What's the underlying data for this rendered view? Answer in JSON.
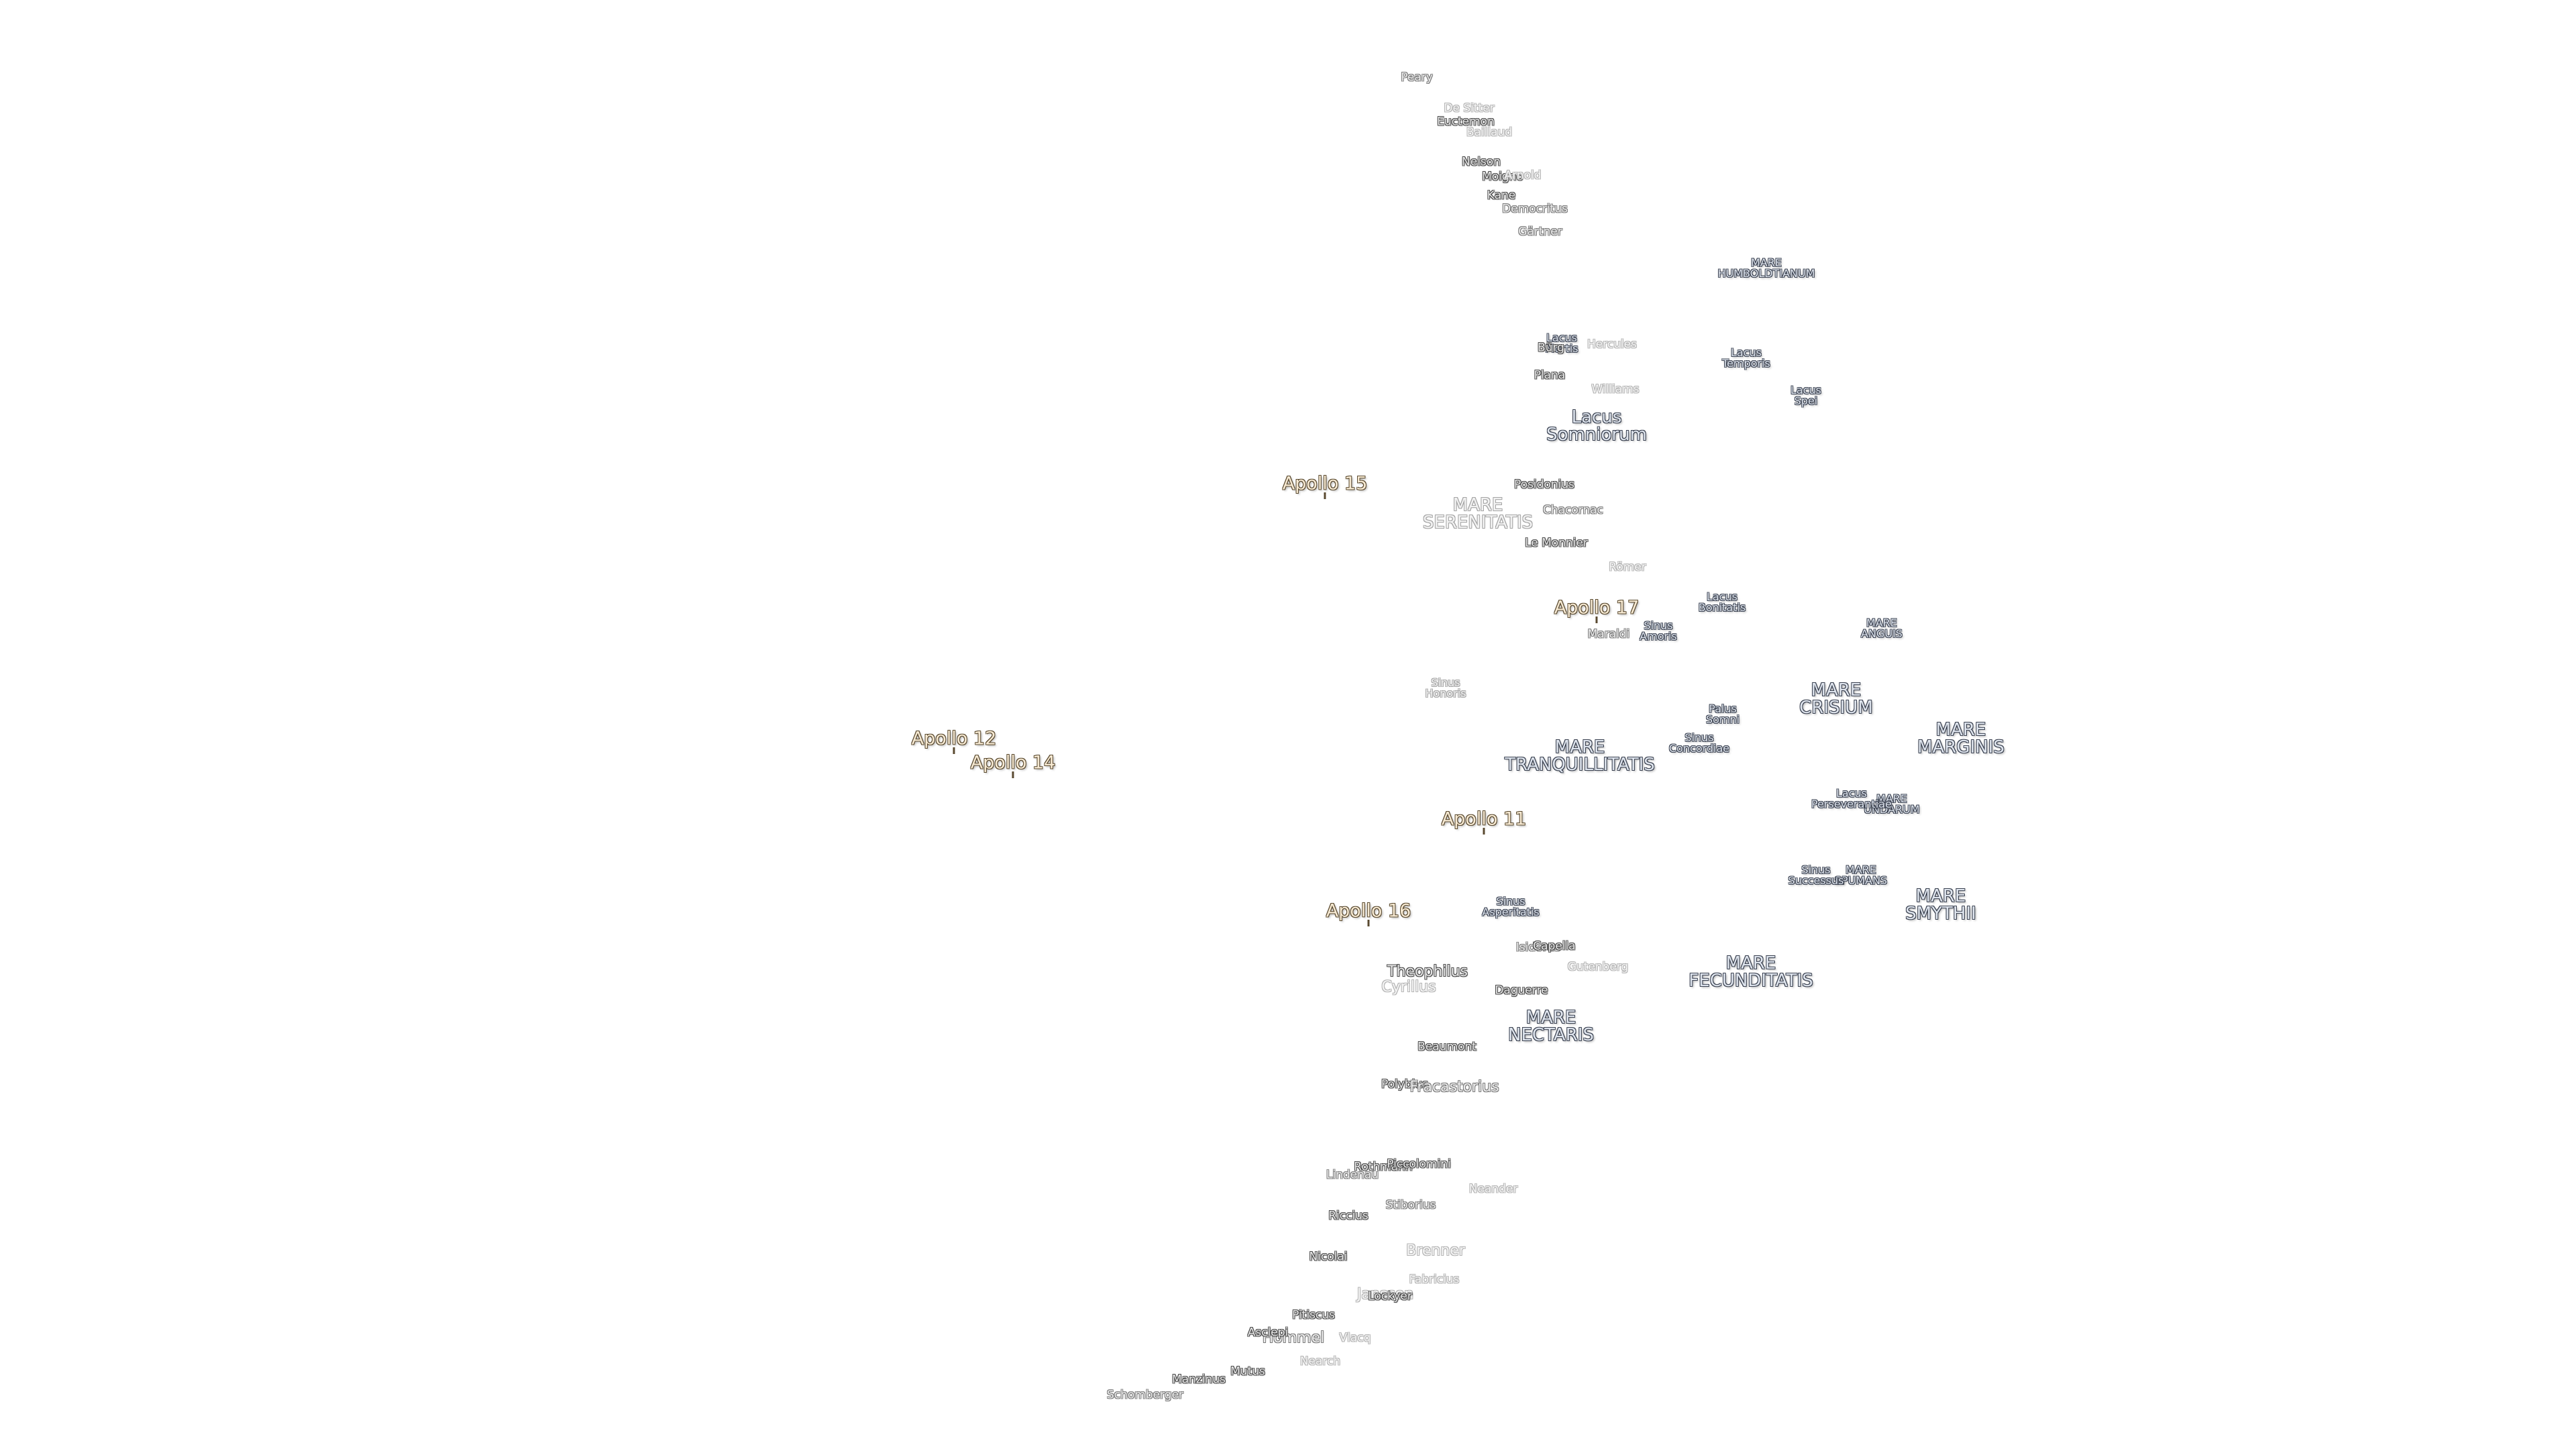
{
  "mare_labels": [
    {
      "id": "mare-humboldtianum",
      "text": "MARE\nHUMBOLDTIANUM",
      "small": true
    },
    {
      "id": "lacus-somniorum",
      "text": "Lacus\nSomniorum",
      "small": false
    },
    {
      "id": "mare-serenitatis",
      "text": "MARE\nSERENITATIS",
      "small": false,
      "faded": true
    },
    {
      "id": "mare-anguis",
      "text": "MARE\nANGUIS",
      "small": true
    },
    {
      "id": "mare-crisium",
      "text": "MARE\nCRISIUM",
      "small": false
    },
    {
      "id": "mare-marginis",
      "text": "MARE\nMARGINIS",
      "small": false
    },
    {
      "id": "mare-tranquillitatis",
      "text": "MARE\nTRANQUILLITATIS",
      "small": false
    },
    {
      "id": "mare-undarum",
      "text": "MARE\nUNDARUM",
      "small": true
    },
    {
      "id": "mare-spumans",
      "text": "MARE\nSPUMANS",
      "small": true
    },
    {
      "id": "mare-smythii",
      "text": "MARE\nSMYTHII",
      "small": false
    },
    {
      "id": "mare-fecunditatis",
      "text": "MARE\nFECUNDITATIS",
      "small": false
    },
    {
      "id": "mare-nectaris",
      "text": "MARE\nNECTARIS",
      "small": false
    },
    {
      "id": "lacus-temporis",
      "text": "Lacus\nTemporis",
      "small": true
    },
    {
      "id": "lacus-spei",
      "text": "Lacus\nSpei",
      "small": true
    },
    {
      "id": "lacus-bonitatis",
      "text": "Lacus\nBonitatis",
      "small": true
    },
    {
      "id": "lacus-mortis",
      "text": "Lacus\nMortis",
      "small": true
    },
    {
      "id": "sinus-amoris",
      "text": "Sinus\nAmoris",
      "small": true
    },
    {
      "id": "sinus-honoris",
      "text": "Sinus\nHonoris",
      "small": true,
      "faded": true
    },
    {
      "id": "palus-somni",
      "text": "Palus\nSomni",
      "small": true
    },
    {
      "id": "sinus-concordiae",
      "text": "Sinus\nConcordiae",
      "small": true
    },
    {
      "id": "lacus-perseverantiae",
      "text": "Lacus\nPerseverantiae",
      "small": true
    },
    {
      "id": "sinus-successus",
      "text": "Sinus\nSuccessus",
      "small": true
    },
    {
      "id": "sinus-asperitatis",
      "text": "Sinus\nAsperitatis",
      "small": true
    }
  ],
  "crater_labels": [
    {
      "id": "peary",
      "text": "Peary",
      "tone": "mid"
    },
    {
      "id": "de-sitter",
      "text": "De Sitter",
      "tone": "light"
    },
    {
      "id": "euctemon",
      "text": "Euctemon",
      "tone": "dark"
    },
    {
      "id": "baillaud",
      "text": "Baillaud",
      "tone": "light"
    },
    {
      "id": "nelson",
      "text": "Nelson",
      "tone": "dark"
    },
    {
      "id": "moigno",
      "text": "Moigno",
      "tone": "dark"
    },
    {
      "id": "arnold",
      "text": "Arnold",
      "tone": "light"
    },
    {
      "id": "kane",
      "text": "Kane",
      "tone": "dark"
    },
    {
      "id": "democritus",
      "text": "Democritus",
      "tone": "mid"
    },
    {
      "id": "gartner",
      "text": "Gärtner",
      "tone": "mid"
    },
    {
      "id": "burg",
      "text": "Bürg",
      "tone": "dark"
    },
    {
      "id": "hercules",
      "text": "Hercules",
      "tone": "light"
    },
    {
      "id": "plana",
      "text": "Plana",
      "tone": "dark"
    },
    {
      "id": "williams",
      "text": "Williams",
      "tone": "light"
    },
    {
      "id": "posidonius",
      "text": "Posidonius",
      "tone": "dark"
    },
    {
      "id": "chacornac",
      "text": "Chacornac",
      "tone": "mid"
    },
    {
      "id": "le-monnier",
      "text": "Le Monnier",
      "tone": "dark"
    },
    {
      "id": "romer",
      "text": "Römer",
      "tone": "light"
    },
    {
      "id": "maraldi",
      "text": "Maraldi",
      "tone": "mid"
    },
    {
      "id": "isidorus",
      "text": "Isidorus",
      "tone": "mid"
    },
    {
      "id": "capella",
      "text": "Capella",
      "tone": "dark"
    },
    {
      "id": "gutenberg",
      "text": "Gutenberg",
      "tone": "light"
    },
    {
      "id": "theophilus",
      "text": "Theophilus",
      "tone": "dark",
      "big": true
    },
    {
      "id": "cyrillus",
      "text": "Cyrillus",
      "tone": "light",
      "big": true
    },
    {
      "id": "daguerre",
      "text": "Daguerre",
      "tone": "dark"
    },
    {
      "id": "beaumont",
      "text": "Beaumont",
      "tone": "dark"
    },
    {
      "id": "polybius",
      "text": "Polybius",
      "tone": "dark"
    },
    {
      "id": "fracastorius",
      "text": "Fracastorius",
      "tone": "mid",
      "big": true
    },
    {
      "id": "rothmann",
      "text": "Rothmann",
      "tone": "dark"
    },
    {
      "id": "piccolomini",
      "text": "Piccolomini",
      "tone": "dark"
    },
    {
      "id": "lindenau",
      "text": "Lindenau",
      "tone": "mid"
    },
    {
      "id": "neander",
      "text": "Neander",
      "tone": "light"
    },
    {
      "id": "stiborius",
      "text": "Stiborius",
      "tone": "mid"
    },
    {
      "id": "riccius",
      "text": "Riccius",
      "tone": "dark"
    },
    {
      "id": "brenner",
      "text": "Brenner",
      "tone": "light",
      "big": true
    },
    {
      "id": "nicolai",
      "text": "Nicolai",
      "tone": "dark"
    },
    {
      "id": "fabricius",
      "text": "Fabricius",
      "tone": "light"
    },
    {
      "id": "janssen",
      "text": "Janssen",
      "tone": "light",
      "big": true
    },
    {
      "id": "lockyer",
      "text": "Lockyer",
      "tone": "dark"
    },
    {
      "id": "pitiscus",
      "text": "Pitiscus",
      "tone": "dark"
    },
    {
      "id": "hommel",
      "text": "Hommel",
      "tone": "mid",
      "big": true
    },
    {
      "id": "asclepi",
      "text": "Asclepi",
      "tone": "dark"
    },
    {
      "id": "vlacq",
      "text": "Vlacq",
      "tone": "light"
    },
    {
      "id": "nearch",
      "text": "Nearch",
      "tone": "light"
    },
    {
      "id": "mutus",
      "text": "Mutus",
      "tone": "dark"
    },
    {
      "id": "manzinus",
      "text": "Manzinus",
      "tone": "dark"
    },
    {
      "id": "schomberger",
      "text": "Schomberger",
      "tone": "mid"
    }
  ],
  "apollo_sites": [
    {
      "id": "apollo-15",
      "text": "Apollo 15"
    },
    {
      "id": "apollo-17",
      "text": "Apollo 17"
    },
    {
      "id": "apollo-12",
      "text": "Apollo 12"
    },
    {
      "id": "apollo-14",
      "text": "Apollo 14"
    },
    {
      "id": "apollo-11",
      "text": "Apollo 11"
    },
    {
      "id": "apollo-16",
      "text": "Apollo 16"
    }
  ],
  "colors": {
    "background": "#ffffff",
    "mare_fill": "#dfe5ee",
    "crater_fill": "#e9e9e9",
    "apollo_fill": "#f7ead3"
  }
}
